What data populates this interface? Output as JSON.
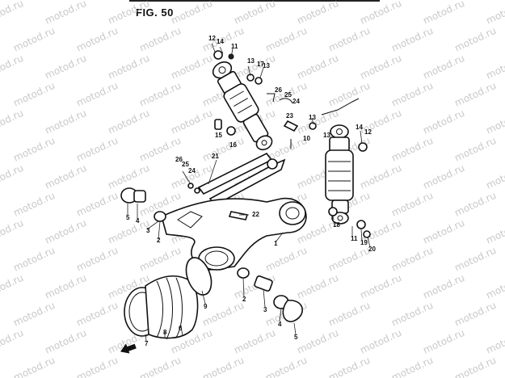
{
  "figure": {
    "title": "FIG. 50"
  },
  "watermark": {
    "text": "motod.ru"
  },
  "callouts": [
    {
      "label": "12"
    },
    {
      "label": "14"
    },
    {
      "label": "11"
    },
    {
      "label": "13"
    },
    {
      "label": "17"
    },
    {
      "label": "13"
    },
    {
      "label": "26"
    },
    {
      "label": "25"
    },
    {
      "label": "24"
    },
    {
      "label": "23"
    },
    {
      "label": "10"
    },
    {
      "label": "15"
    },
    {
      "label": "16"
    },
    {
      "label": "21"
    },
    {
      "label": "26"
    },
    {
      "label": "25"
    },
    {
      "label": "24"
    },
    {
      "label": "13"
    },
    {
      "label": "14"
    },
    {
      "label": "12"
    },
    {
      "label": "13"
    },
    {
      "label": "18"
    },
    {
      "label": "11"
    },
    {
      "label": "19"
    },
    {
      "label": "20"
    },
    {
      "label": "5"
    },
    {
      "label": "4"
    },
    {
      "label": "3"
    },
    {
      "label": "2"
    },
    {
      "label": "22"
    },
    {
      "label": "1"
    },
    {
      "label": "9"
    },
    {
      "label": "6"
    },
    {
      "label": "8"
    },
    {
      "label": "7"
    },
    {
      "label": "2"
    },
    {
      "label": "3"
    },
    {
      "label": "4"
    },
    {
      "label": "5"
    }
  ],
  "icons": {
    "front_direction": "arrow-icon"
  }
}
